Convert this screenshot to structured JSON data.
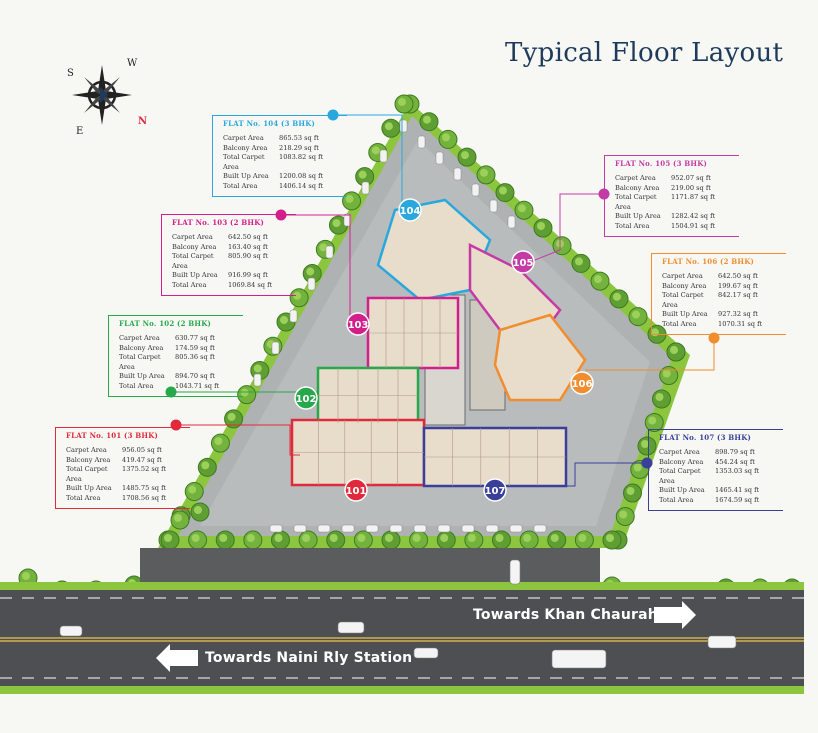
{
  "title": "Typical Floor Layout",
  "compass": {
    "letters": [
      "S",
      "W",
      "E",
      "N"
    ]
  },
  "colors": {
    "flat101": "#e02a3c",
    "flat102": "#27a84a",
    "flat103": "#d31f8c",
    "flat104": "#29a8dd",
    "flat105": "#c43ba6",
    "flat106": "#f08d2f",
    "flat107": "#3a3f9a",
    "title": "#1f3b5c",
    "road": "#4d4f52",
    "lawn": "#8cc63f",
    "paving": "#b9bcbd"
  },
  "flats": [
    {
      "id": "101",
      "heading": "FLAT No. 101 (3 BHK)",
      "rows": [
        [
          "Carpet Area",
          "956.05 sq ft"
        ],
        [
          "Balcony Area",
          "419.47 sq ft"
        ],
        [
          "Total Carpet Area",
          "1375.52 sq ft"
        ],
        [
          "Built Up Area",
          "1485.75 sq ft"
        ],
        [
          "Total Area",
          "1708.56 sq ft"
        ]
      ]
    },
    {
      "id": "102",
      "heading": "FLAT No. 102 (2 BHK)",
      "rows": [
        [
          "Carpet Area",
          "630.77 sq ft"
        ],
        [
          "Balcony Area",
          "174.59 sq ft"
        ],
        [
          "Total Carpet Area",
          "805.36 sq ft"
        ],
        [
          "Built Up Area",
          "894.70 sq ft"
        ],
        [
          "Total Area",
          "1043.71 sq ft"
        ]
      ]
    },
    {
      "id": "103",
      "heading": "FLAT No. 103 (2 BHK)",
      "rows": [
        [
          "Carpet Area",
          "642.50 sq ft"
        ],
        [
          "Balcony Area",
          "163.40 sq ft"
        ],
        [
          "Total Carpet Area",
          "805.90 sq ft"
        ],
        [
          "Built Up Area",
          "916.99 sq ft"
        ],
        [
          "Total Area",
          "1069.84 sq ft"
        ]
      ]
    },
    {
      "id": "104",
      "heading": "FLAT No. 104 (3 BHK)",
      "rows": [
        [
          "Carpet Area",
          "865.53 sq ft"
        ],
        [
          "Balcony Area",
          "218.29 sq ft"
        ],
        [
          "Total Carpet Area",
          "1083.82 sq ft"
        ],
        [
          "Built Up Area",
          "1200.08 sq ft"
        ],
        [
          "Total Area",
          "1406.14 sq ft"
        ]
      ]
    },
    {
      "id": "105",
      "heading": "FLAT No. 105 (3 BHK)",
      "rows": [
        [
          "Carpet Area",
          "952.07 sq ft"
        ],
        [
          "Balcony Area",
          "219.00 sq ft"
        ],
        [
          "Total Carpet Area",
          "1171.87 sq ft"
        ],
        [
          "Built Up Area",
          "1282.42 sq ft"
        ],
        [
          "Total Area",
          "1504.91 sq ft"
        ]
      ]
    },
    {
      "id": "106",
      "heading": "FLAT No. 106 (2 BHK)",
      "rows": [
        [
          "Carpet Area",
          "642.50 sq ft"
        ],
        [
          "Balcony Area",
          "199.67 sq ft"
        ],
        [
          "Total Carpet Area",
          "842.17 sq ft"
        ],
        [
          "Built Up Area",
          "927.32 sq ft"
        ],
        [
          "Total Area",
          "1070.31 sq ft"
        ]
      ]
    },
    {
      "id": "107",
      "heading": "FLAT No. 107 (3 BHK)",
      "rows": [
        [
          "Carpet Area",
          "898.79 sq ft"
        ],
        [
          "Balcony Area",
          "454.24 sq ft"
        ],
        [
          "Total Carpet Area",
          "1353.03 sq ft"
        ],
        [
          "Built Up Area",
          "1465.41 sq ft"
        ],
        [
          "Total Area",
          "1674.59 sq ft"
        ]
      ]
    }
  ],
  "roads": {
    "right": "Towards Khan Chauraha",
    "left": "Towards Naini Rly Station"
  }
}
